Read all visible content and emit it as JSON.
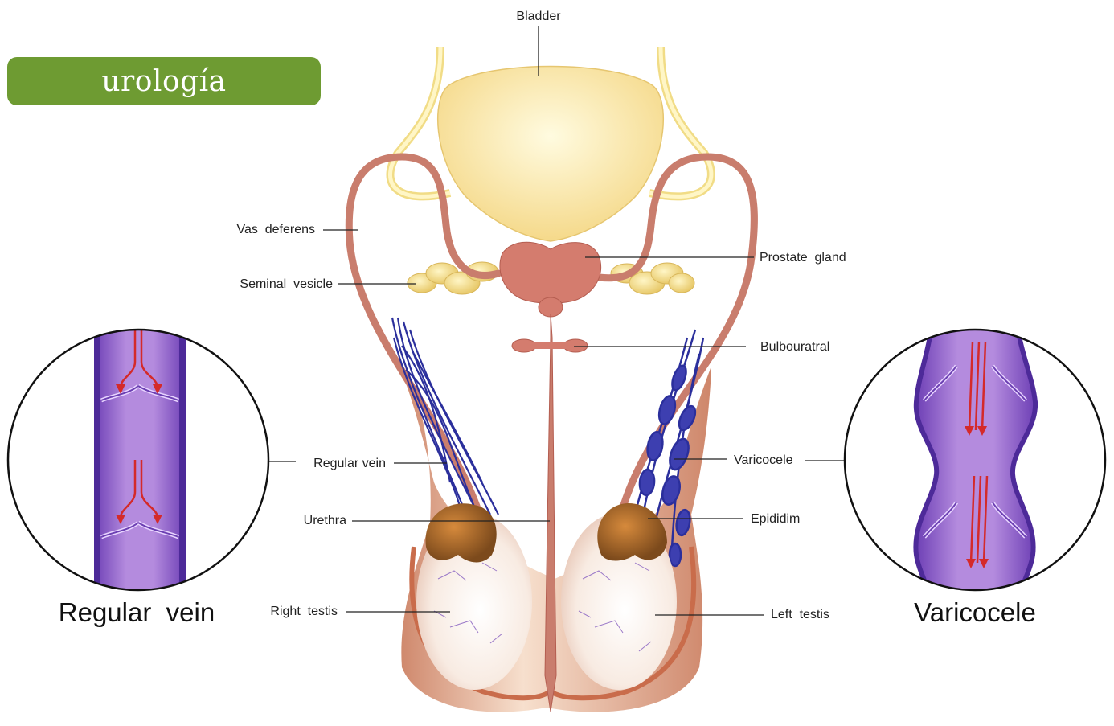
{
  "badge": {
    "text": "urología",
    "color": "#6e9b32"
  },
  "labels": {
    "bladder": "Bladder",
    "vas_deferens": "Vas  deferens",
    "seminal_vesicle": "Seminal  vesicle",
    "prostate_gland": "Prostate  gland",
    "bulbouratral": "Bulbouratral",
    "regular_vein": "Regular vein",
    "varicocele": "Varicocele",
    "urethra": "Urethra",
    "epididim": "Epididim",
    "right_testis": "Right  testis",
    "left_testis": "Left  testis"
  },
  "insets": {
    "left_caption": "Regular  vein",
    "right_caption": "Varicocele"
  },
  "colors": {
    "bladder": "#f9e396",
    "duct": "#c97d6d",
    "prostate": "#d47c6e",
    "vesicle": "#f1dc86",
    "vein": "#2b2f9c",
    "testis": "#f8ebe2",
    "epididymis": "#a0652a",
    "vessel": "#9b6fd0",
    "arrow": "#d42a2a"
  }
}
